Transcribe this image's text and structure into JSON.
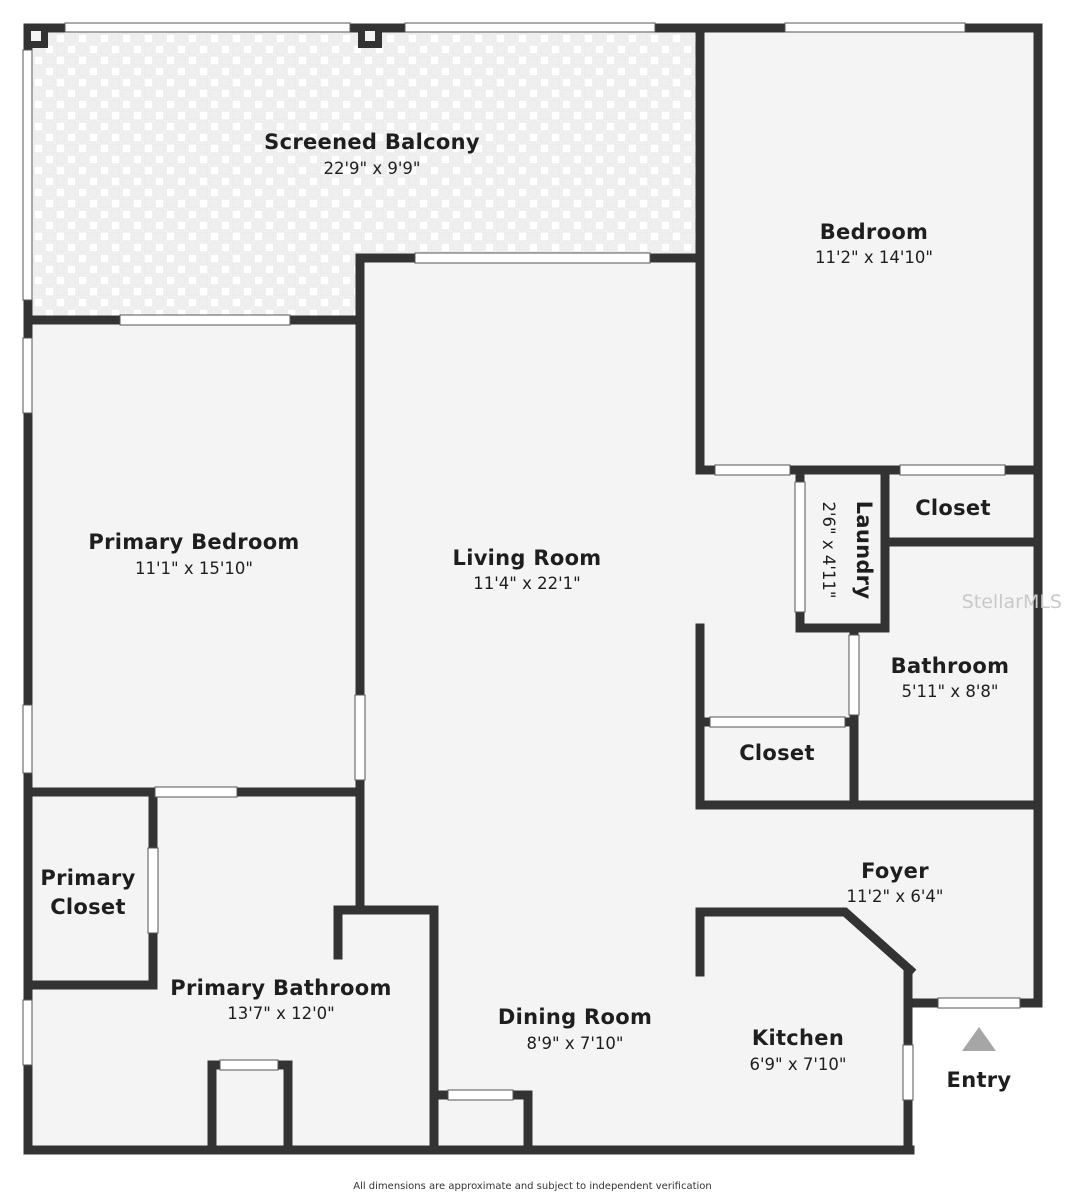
{
  "rooms": {
    "balcony": {
      "name": "Screened Balcony",
      "dims": "22'9\" x 9'9\""
    },
    "bedroom": {
      "name": "Bedroom",
      "dims": "11'2\" x 14'10\""
    },
    "primary_bedroom": {
      "name": "Primary Bedroom",
      "dims": "11'1\" x 15'10\""
    },
    "living_room": {
      "name": "Living Room",
      "dims": "11'4\" x 22'1\""
    },
    "laundry": {
      "name": "Laundry",
      "dims": "2'6\" x 4'11\""
    },
    "closet_upper": {
      "name": "Closet"
    },
    "bathroom": {
      "name": "Bathroom",
      "dims": "5'11\" x 8'8\""
    },
    "closet_lower": {
      "name": "Closet"
    },
    "primary_closet": {
      "name_line1": "Primary",
      "name_line2": "Closet"
    },
    "foyer": {
      "name": "Foyer",
      "dims": "11'2\" x 6'4\""
    },
    "primary_bathroom": {
      "name": "Primary Bathroom",
      "dims": "13'7\" x 12'0\""
    },
    "dining_room": {
      "name": "Dining Room",
      "dims": "8'9\" x 7'10\""
    },
    "kitchen": {
      "name": "Kitchen",
      "dims": "6'9\" x 7'10\""
    }
  },
  "entry": {
    "label": "Entry"
  },
  "watermark": "StellarMLS",
  "footer": "All dimensions are approximate and subject to independent verification",
  "colors": {
    "wall": "#333333",
    "floor": "#f4f4f4",
    "window": "#ffffff",
    "entry_arrow": "#a6a6a6"
  }
}
